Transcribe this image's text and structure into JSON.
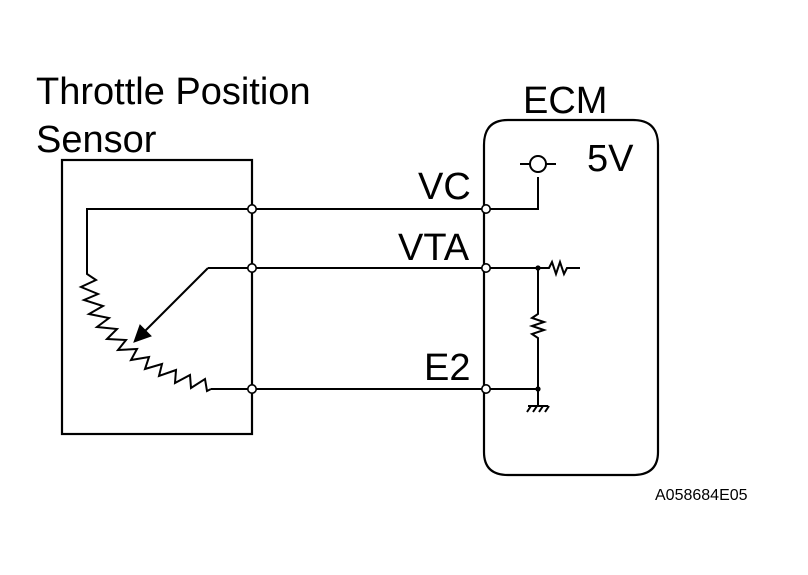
{
  "labels": {
    "sensor_line1": "Throttle Position",
    "sensor_line2": "Sensor",
    "ecm": "ECM",
    "voltage": "5V",
    "vc": "VC",
    "vta": "VTA",
    "e2": "E2",
    "figure_code": "A058684E05"
  }
}
